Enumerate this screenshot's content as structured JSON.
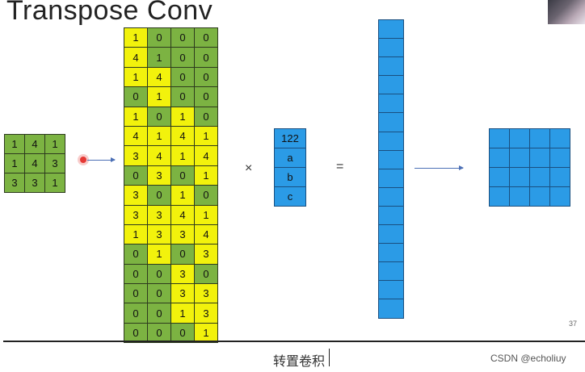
{
  "slide": {
    "title": "Transpose Conv",
    "page_number": "37",
    "caption": "转置卷积",
    "watermark": "CSDN @echoliuy"
  },
  "operators": {
    "multiply": "×",
    "equals": "="
  },
  "input_matrix": [
    [
      "1",
      "4",
      "1"
    ],
    [
      "1",
      "4",
      "3"
    ],
    [
      "3",
      "3",
      "1"
    ]
  ],
  "big_matrix": [
    [
      "1",
      "0",
      "0",
      "0"
    ],
    [
      "4",
      "1",
      "0",
      "0"
    ],
    [
      "1",
      "4",
      "0",
      "0"
    ],
    [
      "0",
      "1",
      "0",
      "0"
    ],
    [
      "1",
      "0",
      "1",
      "0"
    ],
    [
      "4",
      "1",
      "4",
      "1"
    ],
    [
      "3",
      "4",
      "1",
      "4"
    ],
    [
      "0",
      "3",
      "0",
      "1"
    ],
    [
      "3",
      "0",
      "1",
      "0"
    ],
    [
      "3",
      "3",
      "4",
      "1"
    ],
    [
      "1",
      "3",
      "3",
      "4"
    ],
    [
      "0",
      "1",
      "0",
      "3"
    ],
    [
      "0",
      "0",
      "3",
      "0"
    ],
    [
      "0",
      "0",
      "3",
      "3"
    ],
    [
      "0",
      "0",
      "1",
      "3"
    ],
    [
      "0",
      "0",
      "0",
      "1"
    ]
  ],
  "big_matrix_colors": [
    [
      "y",
      "g",
      "g",
      "g"
    ],
    [
      "y",
      "g",
      "g",
      "g"
    ],
    [
      "y",
      "y",
      "g",
      "g"
    ],
    [
      "g",
      "y",
      "g",
      "g"
    ],
    [
      "y",
      "g",
      "y",
      "g"
    ],
    [
      "y",
      "y",
      "y",
      "y"
    ],
    [
      "y",
      "y",
      "y",
      "y"
    ],
    [
      "g",
      "y",
      "g",
      "y"
    ],
    [
      "y",
      "g",
      "y",
      "g"
    ],
    [
      "y",
      "y",
      "y",
      "y"
    ],
    [
      "y",
      "y",
      "y",
      "y"
    ],
    [
      "g",
      "y",
      "g",
      "y"
    ],
    [
      "g",
      "g",
      "y",
      "g"
    ],
    [
      "g",
      "g",
      "y",
      "y"
    ],
    [
      "g",
      "g",
      "y",
      "y"
    ],
    [
      "g",
      "g",
      "g",
      "y"
    ]
  ],
  "vector": [
    "122",
    "a",
    "b",
    "c"
  ],
  "tall_vector_rows": 16,
  "output_grid_size": 4,
  "colors": {
    "green": "#7cb342",
    "yellow": "#f2f20c",
    "blue": "#2b9be6"
  }
}
